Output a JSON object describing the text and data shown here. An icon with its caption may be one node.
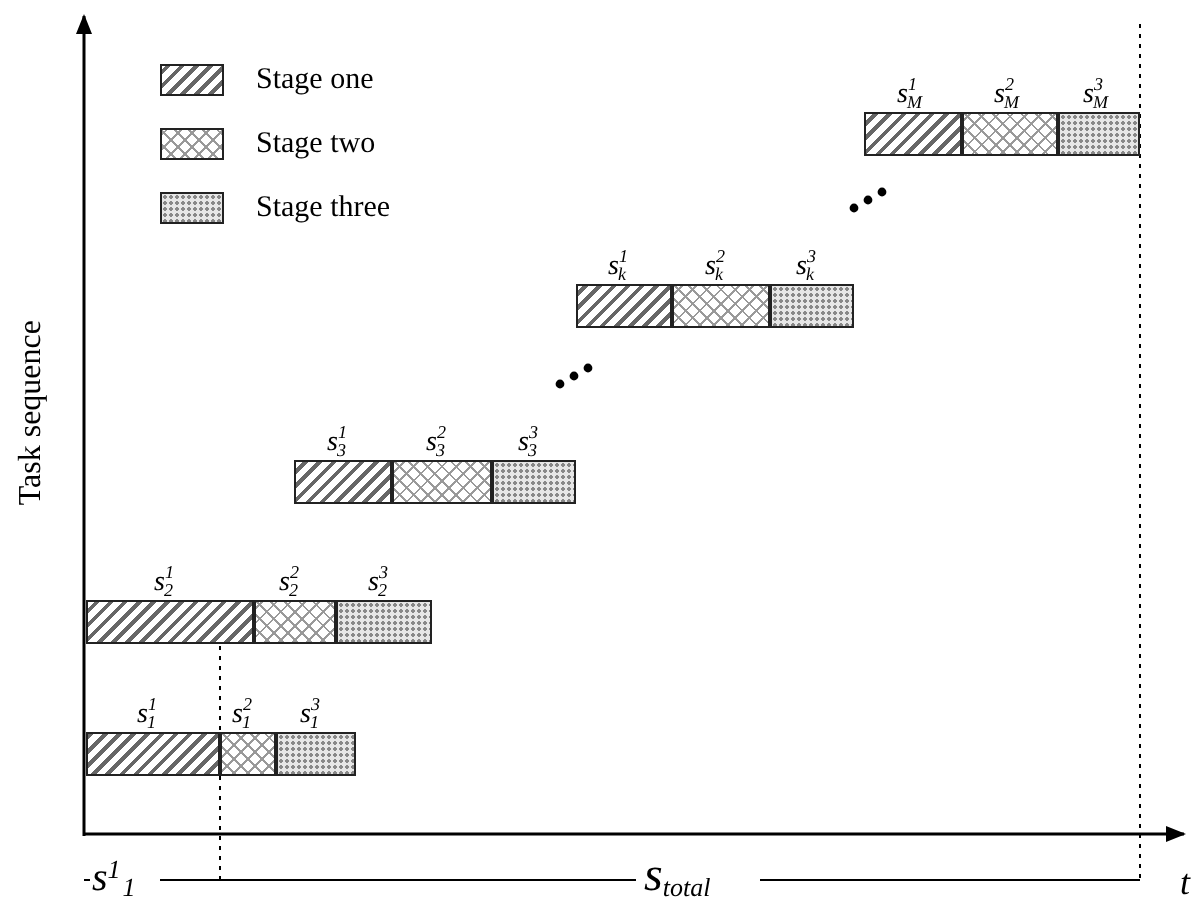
{
  "diagram": {
    "nodes": [
      {
        "text": [
          "s$^{1}$$_{M}$"
        ]
      },
      {
        "text": [
          "s$^{2}$$_{M}$"
        ]
      },
      {
        "text": [
          "s$^{3}$$_{M}$"
        ]
      },
      {
        "text": [
          "s$^{1}$$_{k}$"
        ]
      },
      {
        "text": [
          "s$^{2}$$_{k}$"
        ]
      },
      {
        "text": [
          "s$^{3}$$_{k}$"
        ]
      },
      {
        "text": [
          "s$^{1}$$_{3}$"
        ]
      },
      {
        "text": [
          "s$^{2}$$_{3}$"
        ]
      },
      {
        "text": [
          "s$^{3}$$_{3}$"
        ]
      },
      {
        "text": [
          "s$^{1}$$_{2}$"
        ]
      },
      {
        "text": [
          "s$^{2}$$_{2}$"
        ]
      },
      {
        "text": [
          "s$^{3}$$_{2}$"
        ]
      },
      {
        "text": [
          "s$^{1}$$_{1}$"
        ]
      },
      {
        "text": [
          "s$^{2}$$_{1}$"
        ]
      },
      {
        "text": [
          "s$^{3}$$_{1}$"
        ]
      }
    ],
    "edges": [],
    "labels": [
      "Task sequence",
      "s$^{1}$$_{1}$",
      "s$_{total}$",
      "t"
    ],
    "legend": [
      {
        "text": "Stage one"
      },
      {
        "text": "Stage two"
      },
      {
        "text": "Stage three"
      }
    ]
  }
}
